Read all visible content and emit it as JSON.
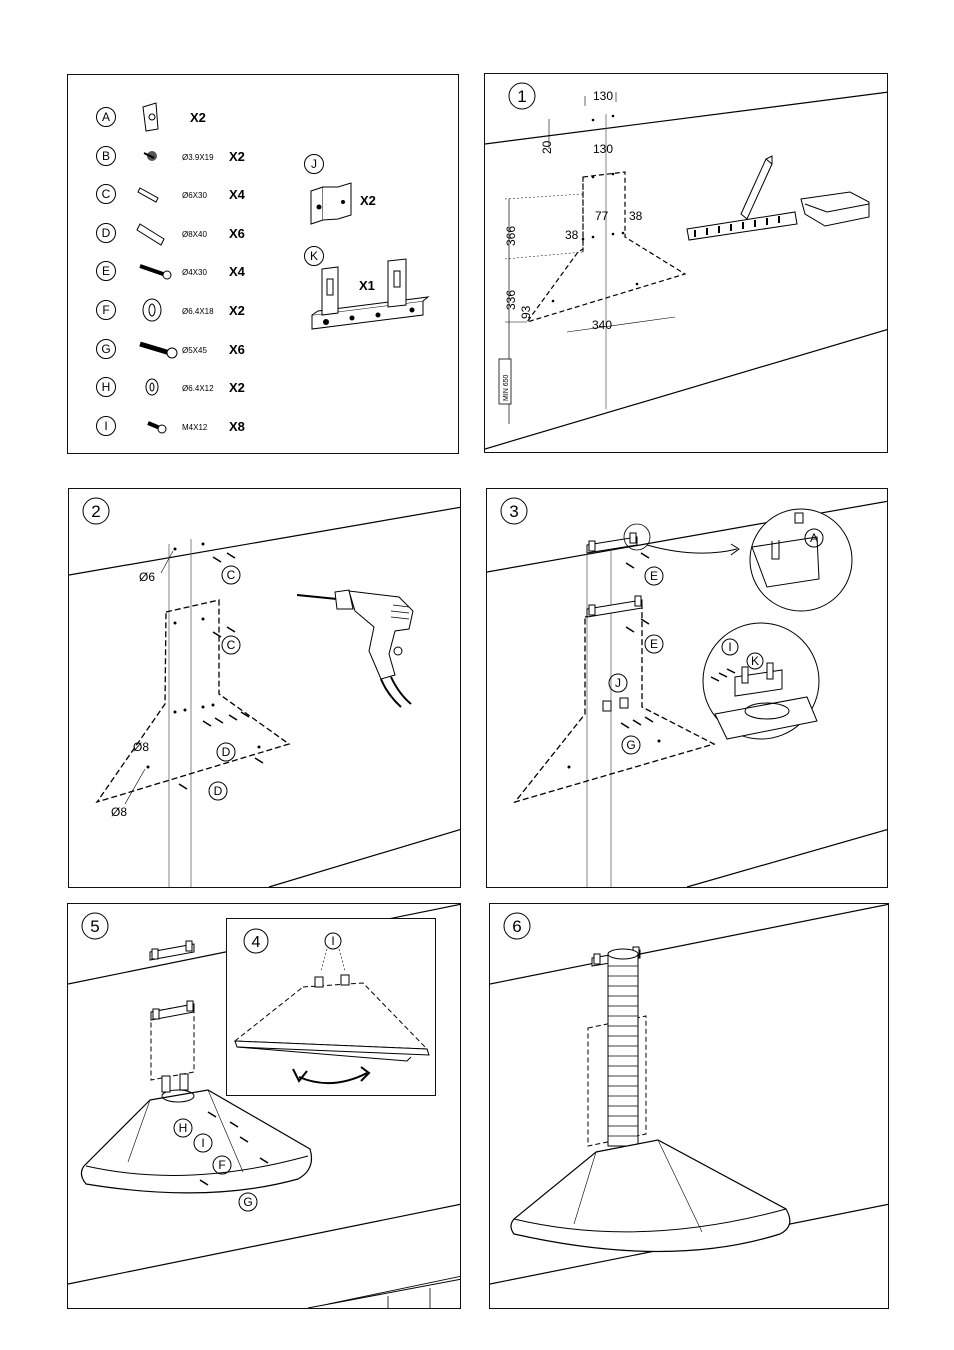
{
  "parts": [
    {
      "letter": "A",
      "spec": "",
      "qty": "X2"
    },
    {
      "letter": "B",
      "spec": "Ø3.9X19",
      "qty": "X2"
    },
    {
      "letter": "C",
      "spec": "Ø6X30",
      "qty": "X4"
    },
    {
      "letter": "D",
      "spec": "Ø8X40",
      "qty": "X6"
    },
    {
      "letter": "E",
      "spec": "Ø4X30",
      "qty": "X4"
    },
    {
      "letter": "F",
      "spec": "Ø6.4X18",
      "qty": "X2"
    },
    {
      "letter": "G",
      "spec": "Ø5X45",
      "qty": "X6"
    },
    {
      "letter": "H",
      "spec": "Ø6.4X12",
      "qty": "X2"
    },
    {
      "letter": "I",
      "spec": "M4X12",
      "qty": "X8"
    }
  ],
  "bracket_j": {
    "letter": "J",
    "qty": "X2"
  },
  "bracket_k": {
    "letter": "K",
    "qty": "X1"
  },
  "step1": {
    "number": "1",
    "dims": {
      "top_width": "130",
      "top_offset": "20",
      "upper_width": "130",
      "center": "77",
      "left_gap": "38",
      "right_gap": "38",
      "height_a": "366",
      "height_b": "336",
      "edge": "93",
      "hole_span": "340",
      "min_label": "MIN 650"
    }
  },
  "step2": {
    "number": "2",
    "d6": "Ø6",
    "d8a": "Ø8",
    "d8b": "Ø8",
    "c": "C",
    "d": "D"
  },
  "step3": {
    "number": "3",
    "a": "A",
    "e": "E",
    "j": "J",
    "g": "G",
    "i": "I",
    "k": "K"
  },
  "step4": {
    "number": "4",
    "i": "I"
  },
  "step5": {
    "number": "5",
    "h": "H",
    "i": "I",
    "f": "F",
    "g": "G"
  },
  "step6": {
    "number": "6"
  }
}
